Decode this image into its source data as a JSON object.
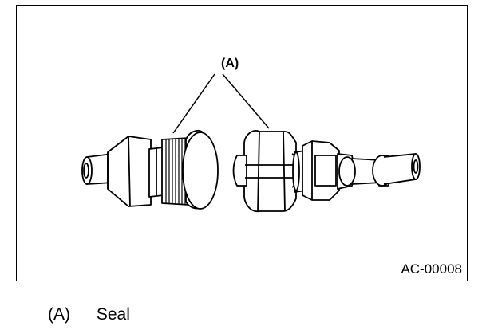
{
  "figure": {
    "callout_label": "(A)",
    "figure_code": "AC-00008"
  },
  "legend": {
    "marker": "(A)",
    "label": "Seal"
  }
}
